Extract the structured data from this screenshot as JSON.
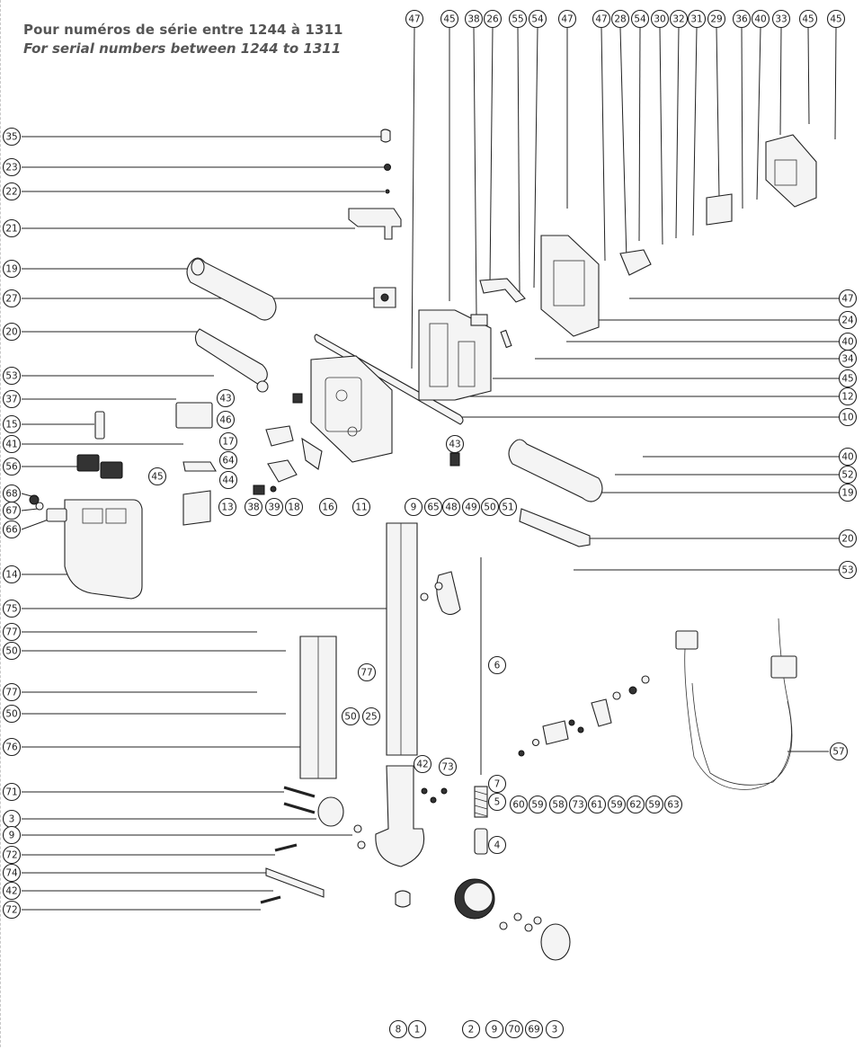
{
  "header": {
    "title_fr": "Pour numéros de série entre 1244 à 1311",
    "title_en": "For serial numbers between 1244 to 1311"
  },
  "callouts": {
    "top": [
      "47",
      "45",
      "38",
      "26",
      "55",
      "54",
      "47",
      "47",
      "28",
      "54",
      "30",
      "32",
      "31",
      "29",
      "36",
      "40",
      "33",
      "45",
      "45"
    ],
    "left": [
      "35",
      "23",
      "22",
      "21",
      "19",
      "27",
      "20",
      "53",
      "37",
      "15",
      "41",
      "56",
      "68",
      "67",
      "66",
      "14",
      "75",
      "77",
      "50",
      "77",
      "50",
      "76",
      "71",
      "3",
      "9",
      "72",
      "74",
      "42",
      "72"
    ],
    "right": [
      "47",
      "24",
      "40",
      "34",
      "45",
      "12",
      "10",
      "40",
      "52",
      "19",
      "20",
      "53",
      "57"
    ],
    "middle": [
      "43",
      "46",
      "17",
      "64",
      "44",
      "45",
      "13",
      "38",
      "39",
      "18",
      "16",
      "11",
      "43",
      "9",
      "65",
      "48",
      "49",
      "50",
      "51",
      "6",
      "77",
      "50",
      "25",
      "42",
      "73",
      "7",
      "5",
      "4",
      "60",
      "59",
      "58",
      "73",
      "61",
      "59",
      "62",
      "59",
      "63"
    ],
    "bottom": [
      "8",
      "1",
      "2",
      "9",
      "70",
      "69",
      "3"
    ]
  }
}
